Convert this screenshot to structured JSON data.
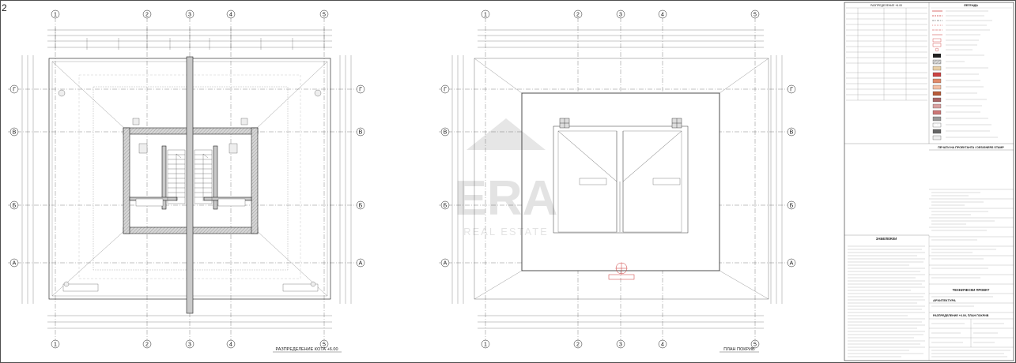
{
  "sheet_id": "2",
  "axis_labels": {
    "vertical": [
      "1",
      "2",
      "3",
      "4",
      "5"
    ],
    "horizontal": [
      "Г",
      "В",
      "Б",
      "А"
    ]
  },
  "plans": {
    "left_title": "РАЗПРЕДЕЛЕНИЕ КОТА +6.00",
    "right_title": "ПЛАН ПОКРИВ"
  },
  "watermark": {
    "brand": "ERA",
    "subtitle": "REAL ESTATE"
  },
  "title_block": {
    "area_table_header": "РАЗПРЕДЕЛЕНИЕ +6.00",
    "legend_title": "ЛЕГЕНДА",
    "notes_title": "ЗАБЕЛЕЖКИ",
    "stamp_title": "ПЕЧАТИ НА ПРОЕКТАНТА / DESIGNERS STAMP",
    "project_type": "ТЕХНИЧЕСКИ ПРОЕКТ",
    "part": "АРХИТЕКТУРА",
    "drawing_title": "РАЗПРЕДЕЛЕНИЕ +6.00, ПЛАН ПОКРИВ"
  }
}
